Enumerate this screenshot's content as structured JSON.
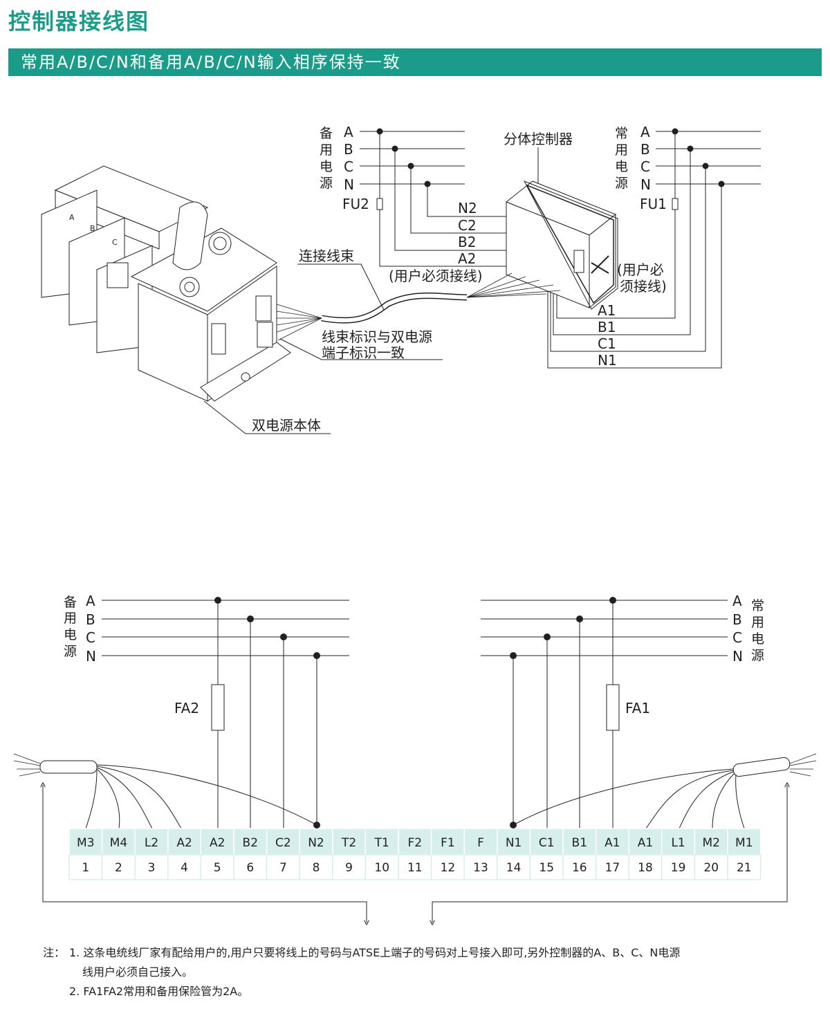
{
  "header": {
    "title": "控制器接线图",
    "banner": "常用A/B/C/N和备用A/B/C/N输入相序保持一致"
  },
  "top_diagram": {
    "backup_source_label": [
      "备",
      "用",
      "电",
      "源"
    ],
    "normal_source_label": [
      "常",
      "用",
      "电",
      "源"
    ],
    "phases": [
      "A",
      "B",
      "C",
      "N"
    ],
    "fuse_backup": "FU2",
    "fuse_normal": "FU1",
    "controller_label": "分体控制器",
    "harness_label": "连接线束",
    "backup_wires": [
      "N2",
      "C2",
      "B2",
      "A2"
    ],
    "normal_wires": [
      "A1",
      "B1",
      "C1",
      "N1"
    ],
    "user_must_wire_a": "(用户必须接线)",
    "user_must_wire_b": [
      "(用户必",
      "须接线)"
    ],
    "harness_note": [
      "线束标识与双电源",
      "端子标识一致"
    ],
    "body_label": "双电源本体",
    "device_phase_marks": [
      "A",
      "B",
      "C"
    ]
  },
  "bottom_diagram": {
    "backup_source_label": [
      "备",
      "用",
      "电",
      "源"
    ],
    "normal_source_label": [
      "常",
      "用",
      "电",
      "源"
    ],
    "phases": [
      "A",
      "B",
      "C",
      "N"
    ],
    "fuse_backup": "FA2",
    "fuse_normal": "FA1",
    "terminals": [
      {
        "code": "M3",
        "num": "1"
      },
      {
        "code": "M4",
        "num": "2"
      },
      {
        "code": "L2",
        "num": "3"
      },
      {
        "code": "A2",
        "num": "4"
      },
      {
        "code": "A2",
        "num": "5"
      },
      {
        "code": "B2",
        "num": "6"
      },
      {
        "code": "C2",
        "num": "7"
      },
      {
        "code": "N2",
        "num": "8"
      },
      {
        "code": "T2",
        "num": "9"
      },
      {
        "code": "T1",
        "num": "10"
      },
      {
        "code": "F2",
        "num": "11"
      },
      {
        "code": "F1",
        "num": "12"
      },
      {
        "code": "F",
        "num": "13"
      },
      {
        "code": "N1",
        "num": "14"
      },
      {
        "code": "C1",
        "num": "15"
      },
      {
        "code": "B1",
        "num": "16"
      },
      {
        "code": "A1",
        "num": "17"
      },
      {
        "code": "A1",
        "num": "18"
      },
      {
        "code": "L1",
        "num": "19"
      },
      {
        "code": "M2",
        "num": "20"
      },
      {
        "code": "M1",
        "num": "21"
      }
    ],
    "terminal_fill": "#d7efec"
  },
  "notes": {
    "prefix": "注：",
    "item1_line1": "1. 这条电统线厂家有配给用户的,用户只要将线上的号码与ATSE上端子的号码对上号接入即可,另外控制器的A、B、C、N电源",
    "item1_line2": "线用户必须自己接入。",
    "item2": "2. FA1FA2常用和备用保险管为2A。"
  },
  "colors": {
    "brand": "#1b9c8a",
    "ink": "#231f20"
  }
}
